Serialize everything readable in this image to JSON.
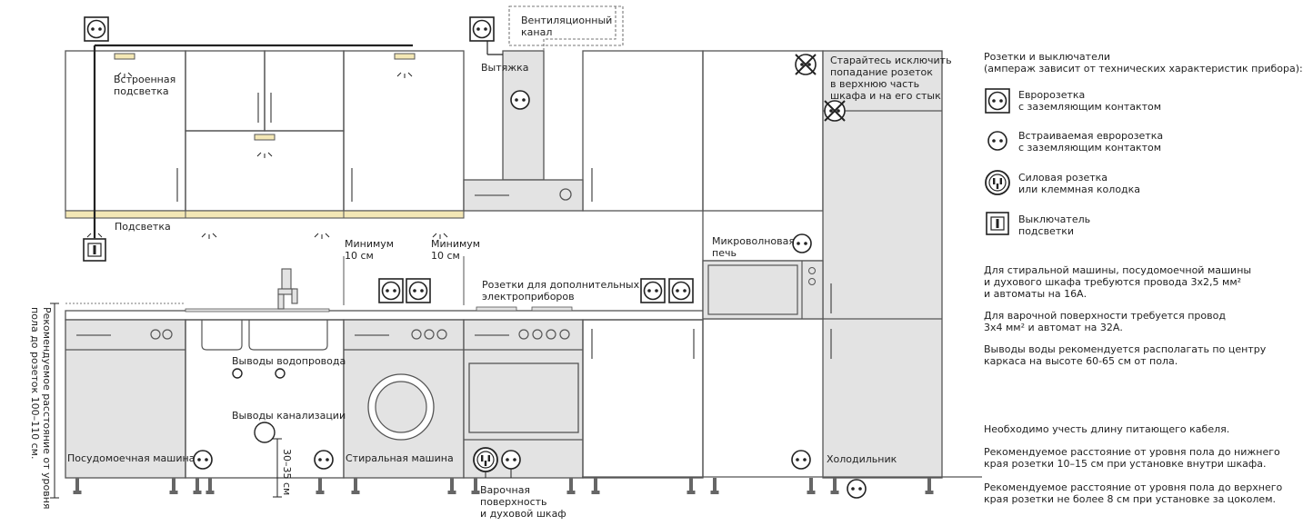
{
  "labels": {
    "builtin_light": "Встроенная\nподсветка",
    "underlight": "Подсветка",
    "hood": "Вытяжка",
    "vent_duct": "Вентиляционный\nканал",
    "avoid_note": "Старайтесь исключить\nпопадание розеток\nв верхнюю часть\nшкафа и на его стык",
    "microwave": "Микроволновая\nпечь",
    "min_left": "Минимум\n10 см",
    "min_right": "Минимум\n10 см",
    "extra_outlets": "Розетки для дополнительных\nэлектроприборов",
    "water_outlets": "Выводы водопровода",
    "sewer_outlets": "Выводы канализации",
    "dishwasher": "Посудомоечная машина",
    "washer": "Стиральная машина",
    "hob_oven": "Варочная\nповерхность\nи духовой шкаф",
    "fridge": "Холодильник",
    "height_side": "Рекомендуемое расстояние от уровня\nпола до розеток 100–110 см.",
    "height_sewer": "30–35 см"
  },
  "legend": {
    "title": "Розетки и выключатели\n(ампераж зависит от технических характеристик прибора):",
    "items": [
      {
        "icon": "euro-outlet-icon",
        "text": "Евророзетка\nс заземляющим контактом"
      },
      {
        "icon": "builtin-euro-outlet-icon",
        "text": "Встраиваемая евророзетка\nс заземляющим контактом"
      },
      {
        "icon": "power-outlet-icon",
        "text": "Силовая розетка\nили клеммная колодка"
      },
      {
        "icon": "light-switch-icon",
        "text": "Выключатель\nподсветки"
      }
    ]
  },
  "notes": {
    "wiring_washer": "Для стиральной машины, посудомоечной машины\nи духового шкафа требуются провода 3х2,5 мм²\nи автоматы на 16А.",
    "wiring_hob": "Для варочной поверхности требуется провод\n3х4 мм² и автомат на 32А.",
    "water_center": "Выводы воды рекомендуется располагать по центру\nкаркаса на высоте 60-65 см от пола.",
    "cable_length": "Необходимо учесть длину питающего кабеля.",
    "lower_edge": "Рекомендуемое расстояние от уровня пола до нижнего\nкрая розетки 10–15 см при установке внутри шкафа.",
    "upper_edge": "Рекомендуемое расстояние от уровня пола до верхнего\nкрая розетки не более 8 см при установке за цоколем."
  },
  "colors": {
    "line": "#555555",
    "panel": "#e3e3e3",
    "light": "#f3e7b5",
    "icon": "#222222"
  }
}
